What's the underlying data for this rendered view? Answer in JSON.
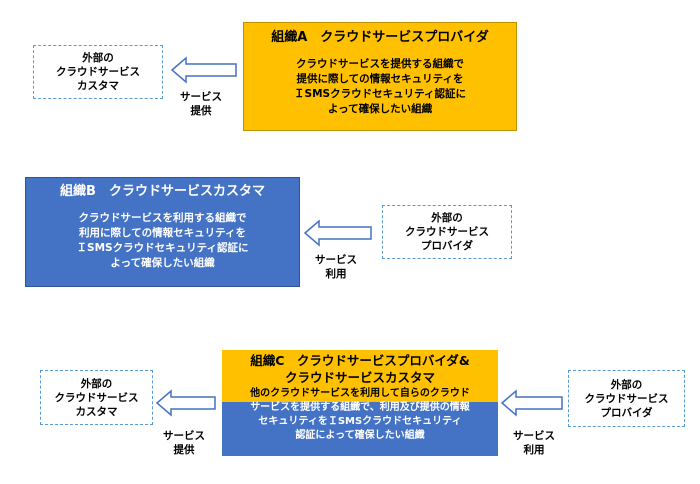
{
  "rowA": {
    "customer": [
      "外部の",
      "クラウドサービス",
      "カスタマ"
    ],
    "org_title": "組織A　クラウドサービスプロバイダ",
    "org_body": [
      "クラウドサービスを提供する組織で",
      "提供に際しての情報セキュリティを",
      "ＩSMSクラウドセキュリティ認証に",
      "よって確保したい組織"
    ],
    "arrow_label": [
      "サービス",
      "提供"
    ]
  },
  "rowB": {
    "org_title": "組織B　クラウドサービスカスタマ",
    "org_body": [
      "クラウドサービスを利用する組織で",
      "利用に際しての情報セキュリティを",
      "ＩSMSクラウドセキュリティ認証に",
      "よって確保したい組織"
    ],
    "provider": [
      "外部の",
      "クラウドサービス",
      "プロバイダ"
    ],
    "arrow_label": [
      "サービス",
      "利用"
    ]
  },
  "rowC": {
    "customer": [
      "外部の",
      "クラウドサービス",
      "カスタマ"
    ],
    "org_title": [
      "組織C　クラウドサービスプロバイダ&",
      "クラウドサービスカスタマ"
    ],
    "org_body": [
      "他のクラウドサービスを利用して自らのクラウド",
      "サービスを提供する組織で、利用及び提供の情報",
      "セキュリティをＩSMSクラウドセキュリティ",
      "認証によって確保したい組織"
    ],
    "provider": [
      "外部の",
      "クラウドサービス",
      "プロバイダ"
    ],
    "left_arrow_label": [
      "サービス",
      "提供"
    ],
    "right_arrow_label": [
      "サービス",
      "利用"
    ]
  },
  "colors": {
    "orange": "#ffc000",
    "blue": "#4472c4",
    "dashed_border": "#5b9bd5",
    "arrow_stroke": "#4472c4"
  },
  "icons": [
    "left-arrow-icon"
  ]
}
